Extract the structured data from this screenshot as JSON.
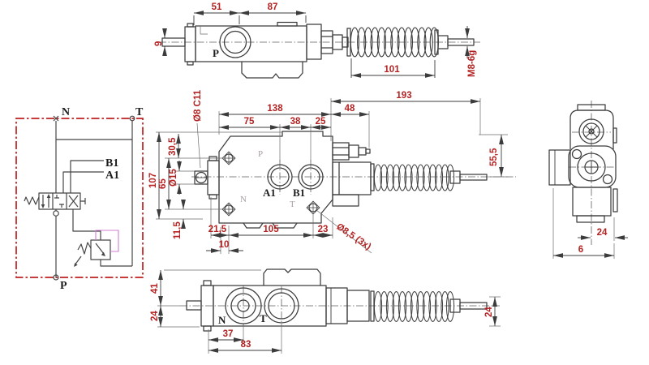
{
  "title": "Hydraulic valve technical drawing",
  "colors": {
    "background": "#ffffff",
    "drawing_line": "#3c3c3c",
    "dimension_text": "#b32222",
    "schematic_border": "#bf2020",
    "pilot_line": "#cf7fd2",
    "faint_label": "#a89f9f"
  },
  "top_view": {
    "dim_51": "51",
    "dim_87": "87",
    "dim_9": "9",
    "dim_101": "101",
    "thread_label": "M8-6g",
    "port_p": "P"
  },
  "schematic": {
    "port_n": "N",
    "port_t": "T",
    "port_b1": "B1",
    "port_a1": "A1",
    "port_p": "P"
  },
  "front_view": {
    "dim_193": "193",
    "dim_138": "138",
    "dim_48": "48",
    "dim_75": "75",
    "dim_38": "38",
    "dim_25": "25",
    "pin_label": "Ø8 C11",
    "dim_107": "107",
    "dim_65": "65",
    "dim_o15": "Ø15",
    "dim_30_5": "30,5",
    "dim_11_5": "11,5",
    "dim_21_5": "21,5",
    "dim_105": "105",
    "dim_23": "23",
    "dim_10": "10",
    "dim_55_5": "55,5",
    "holes_label": "Ø8,5 (3x)",
    "port_a1": "A1",
    "port_b1": "B1",
    "body_p": "P",
    "body_n": "N",
    "body_t": "T"
  },
  "side_view": {
    "dim_24": "24",
    "dim_6": "6"
  },
  "bottom_view": {
    "dim_41": "41",
    "dim_24_left": "24",
    "dim_37": "37",
    "dim_83": "83",
    "dim_24_right": "24",
    "port_n": "N",
    "port_t": "T"
  }
}
